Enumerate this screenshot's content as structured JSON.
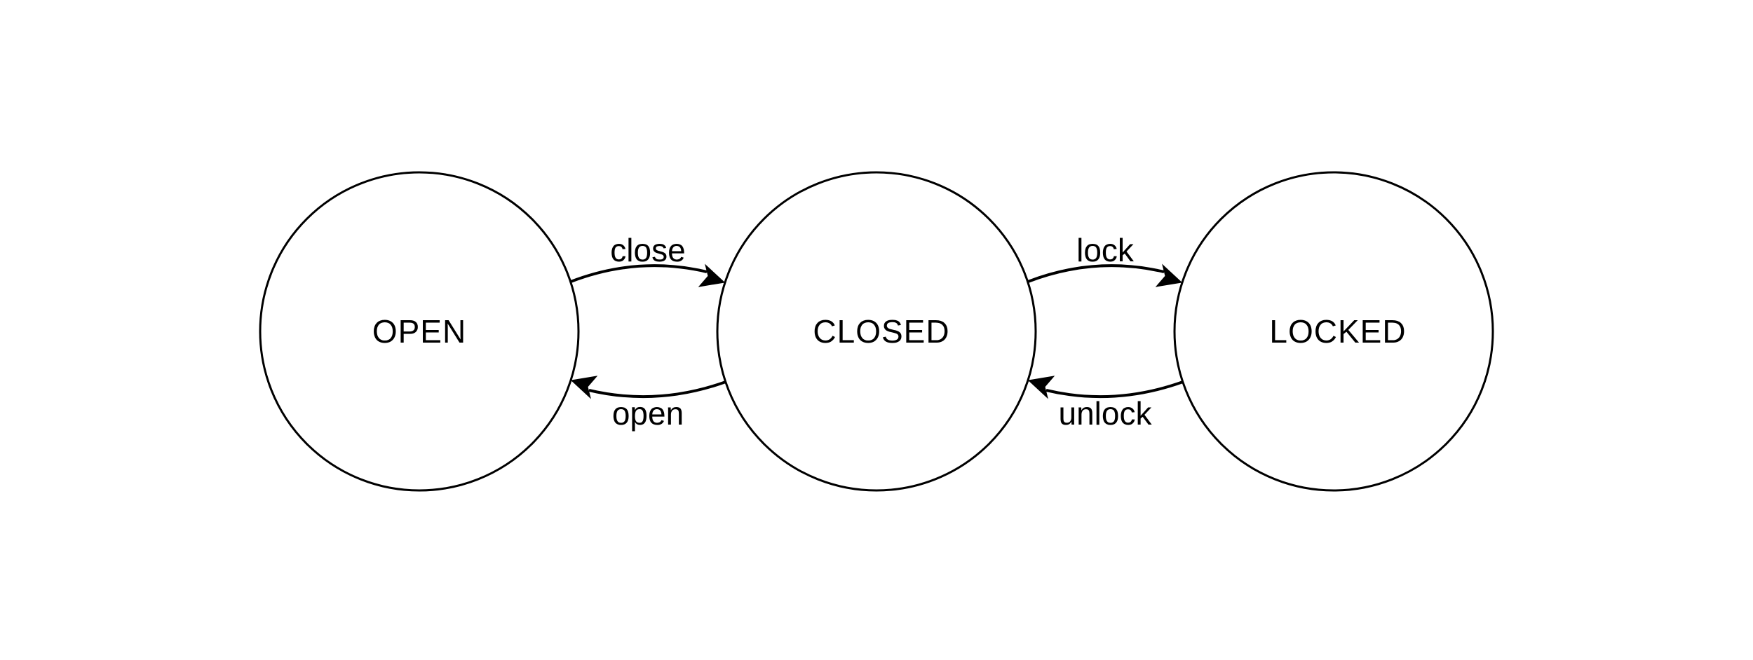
{
  "states": [
    {
      "id": "open",
      "label": "OPEN"
    },
    {
      "id": "closed",
      "label": "CLOSED"
    },
    {
      "id": "locked",
      "label": "LOCKED"
    }
  ],
  "transitions": [
    {
      "from": "open",
      "to": "closed",
      "label": "close"
    },
    {
      "from": "closed",
      "to": "open",
      "label": "open"
    },
    {
      "from": "closed",
      "to": "locked",
      "label": "lock"
    },
    {
      "from": "locked",
      "to": "closed",
      "label": "unlock"
    }
  ],
  "colors": {
    "stroke": "#000000",
    "fill": "#ffffff",
    "background": "#ffffff"
  }
}
